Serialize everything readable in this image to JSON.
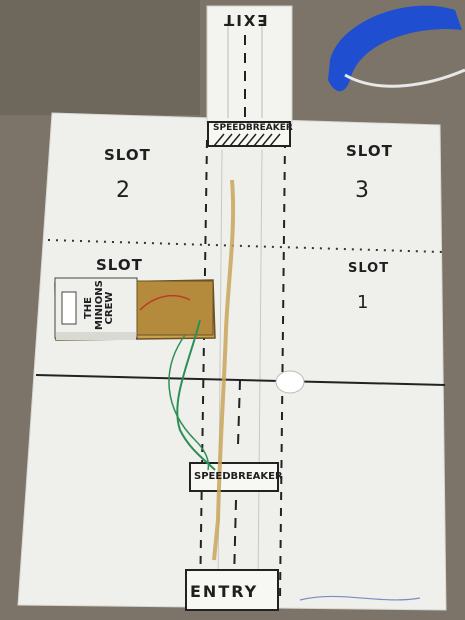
{
  "board": {
    "exit_label": "EXIT",
    "entry_label": "ENTRY",
    "speed_breaker_top": "SPEEDBREAKER",
    "speed_breaker_bottom": "SPEEDBREAKER",
    "slots": [
      {
        "word": "SLOT",
        "number": "2"
      },
      {
        "word": "SLOT",
        "number": "3"
      },
      {
        "word": "SLOT",
        "number": ""
      },
      {
        "word": "SLOT",
        "number": "1"
      }
    ]
  },
  "car": {
    "line1": "THE",
    "line2": "MINIONS",
    "line3": "CREW"
  },
  "colors": {
    "background": "#7c7468",
    "board": "#efefec",
    "ink": "#1f1f1f",
    "cardboard": "#c8a050",
    "wire_green": "#2e8f55",
    "lanyard_blue": "#1f4fd0"
  }
}
